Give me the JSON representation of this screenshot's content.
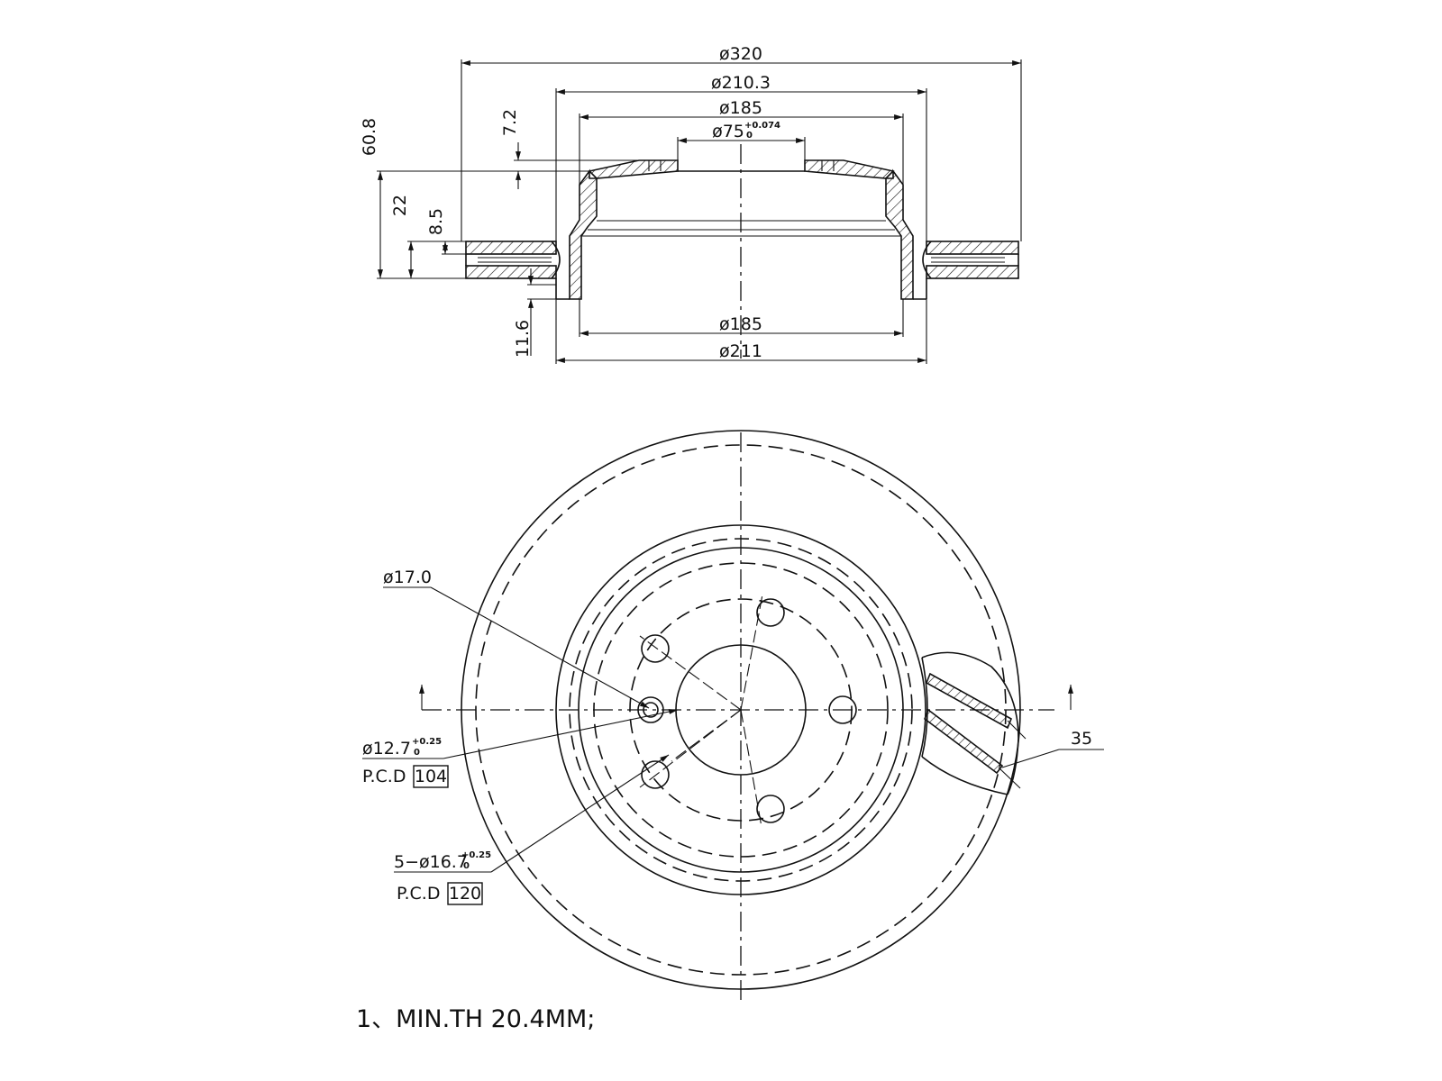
{
  "section_view": {
    "dims_horizontal": {
      "d320": "ø320",
      "d210_3": "ø210.3",
      "d185_top": "ø185",
      "d75": "ø75",
      "d75_tol_upper": "+0.074",
      "d75_tol_lower": "0",
      "d185_bottom": "ø185",
      "d211": "ø211"
    },
    "dims_vertical": {
      "h60_8": "60.8",
      "h22": "22",
      "h8_5": "8.5",
      "h7_2": "7.2",
      "h11_6": "11.6"
    }
  },
  "plan_view": {
    "small_hole": "ø17.0",
    "center_hole_label": "ø12.7",
    "center_hole_tol_upper": "+0.25",
    "center_hole_tol_lower": "0",
    "pcd_inner_label": "P.C.D",
    "pcd_inner_value": "104",
    "bolt_holes_label": "5−ø16.7",
    "bolt_holes_tol_upper": "+0.25",
    "bolt_holes_tol_lower": "0",
    "pcd_outer_label": "P.C.D",
    "pcd_outer_value": "120",
    "vane_angle": "35"
  },
  "notes": {
    "min_thickness": "1、MIN.TH 20.4MM;"
  }
}
